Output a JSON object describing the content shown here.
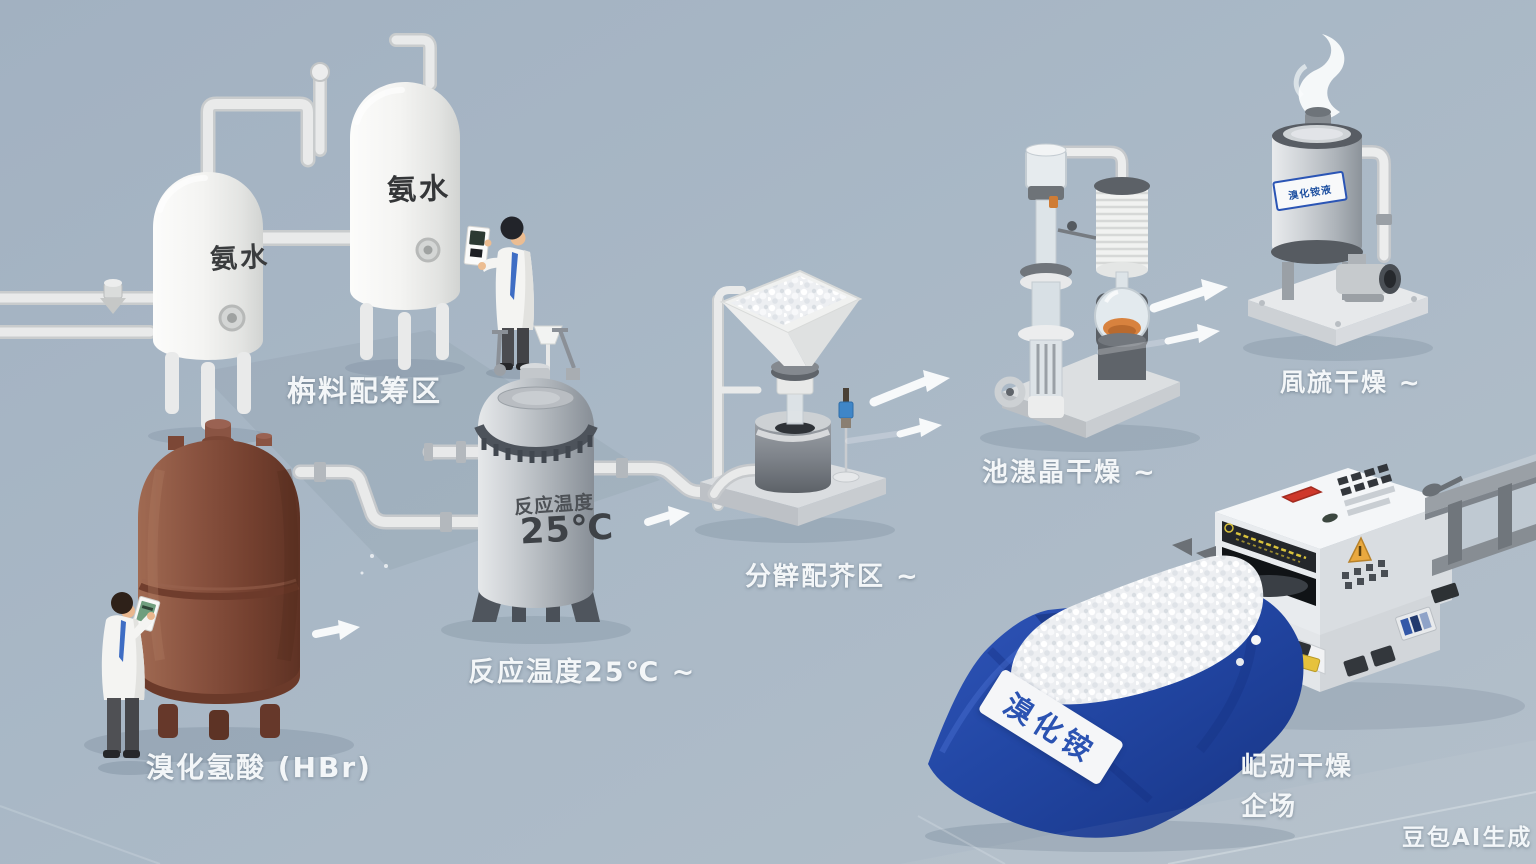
{
  "scene": {
    "watermark": "豆包AI生成",
    "background": "#a9b8c6"
  },
  "labels": {
    "tank_left": "氨水",
    "tank_right": "氨水",
    "prep_area": "栴料配筹区",
    "hbr": "溴化氢酸 (HBr)",
    "reactor_note": "反应温度",
    "reactor_temp": "25℃",
    "reaction_caption": "反应温度25℃ ~",
    "separation_caption": "分辥配芥区 ~",
    "filter_caption": "池漶晶干燥 ~",
    "dry_caption": "凮旈干燥 ~",
    "vessel_tag": "溴化铵液",
    "bag": "溴化铵",
    "pack_caption_1": "屺动干燥",
    "pack_caption_2": "企场"
  },
  "colors": {
    "bag_blue": "#2348a6",
    "tank_brown": "#7a4633",
    "accent_red": "#ce382b",
    "warning_yellow": "#eaa93f",
    "label_white": "#f3f6f8",
    "tank_text_dark": "#3a3c3e",
    "vessel_tag_blue": "#1d4fa0"
  }
}
